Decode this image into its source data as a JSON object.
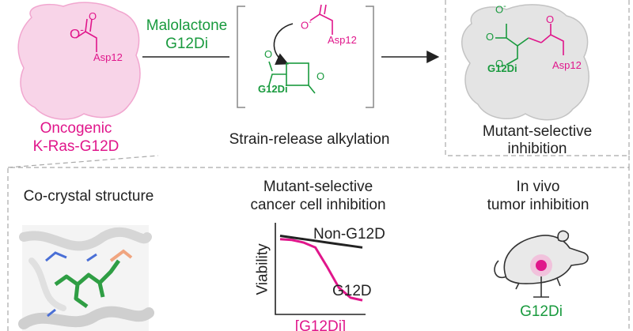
{
  "colors": {
    "oncogenic": "#e0168b",
    "inhibitor": "#199a3e",
    "protein_fill": "#f8d4e8",
    "protein_stroke": "#f1a6cf",
    "complex_fill": "#e4e4e4",
    "complex_stroke": "#c3c3c3",
    "panel_border": "#a9a9a9",
    "ink": "#222222"
  },
  "top": {
    "protein_label": [
      "Oncogenic",
      "K-Ras-G12D"
    ],
    "reagent_label": [
      "Malolactone",
      "G12Di"
    ],
    "step_label": "Strain-release alkylation",
    "result_label": [
      "Mutant-selective",
      "inhibition"
    ],
    "chem": {
      "asp": "Asp12",
      "inhibitor": "G12Di",
      "oxygen": "O",
      "minus": "-"
    }
  },
  "bottom": {
    "crystal": {
      "title": "Co-crystal structure"
    },
    "cell": {
      "title": [
        "Mutant-selective",
        "cancer cell inhibition"
      ]
    },
    "vivo": {
      "title": [
        "In vivo",
        "tumor inhibition"
      ],
      "drug_label": "G12Di"
    }
  },
  "chart_data": {
    "type": "line",
    "xlabel": "[G12Di]",
    "ylabel": "Viability",
    "series": [
      {
        "name": "Non-G12D",
        "color": "#222222",
        "values": [
          0.92,
          0.9,
          0.88,
          0.86,
          0.84,
          0.82,
          0.8,
          0.78
        ]
      },
      {
        "name": "G12D",
        "color": "#e0168b",
        "values": [
          0.88,
          0.87,
          0.84,
          0.78,
          0.55,
          0.3,
          0.18,
          0.15
        ]
      }
    ]
  }
}
